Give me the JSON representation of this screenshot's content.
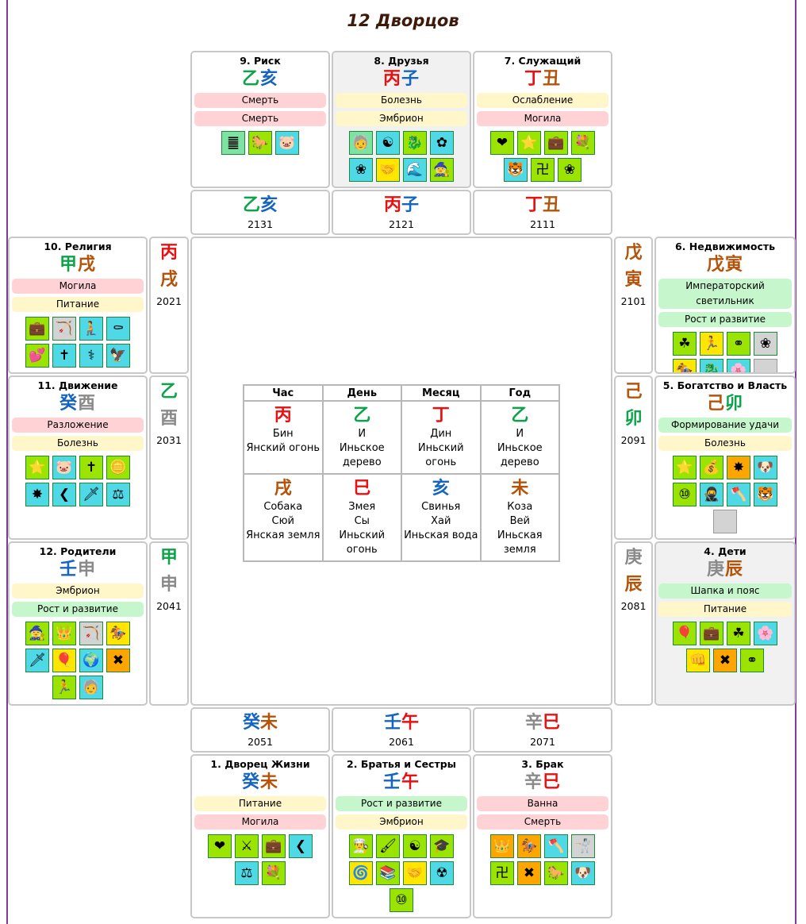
{
  "page_title": "12 Дворцов",
  "palaces": {
    "p9": {
      "name": "9. Риск",
      "stem": "乙",
      "stem_color": "green",
      "branch": "亥",
      "branch_color": "blue",
      "pills": [
        {
          "text": "Смерть",
          "tone": "red"
        },
        {
          "text": "Смерть",
          "tone": "red"
        }
      ],
      "icons": [
        {
          "name": "seal-icon",
          "glyph": "䷀",
          "bg": "#7ee3a2"
        },
        {
          "name": "horse-icon",
          "glyph": "🐎",
          "bg": "#9be300"
        },
        {
          "name": "pig-five-icon",
          "glyph": "🐷",
          "bg": "#4fd9e6"
        }
      ]
    },
    "p8": {
      "name": "8. Друзья",
      "stem": "丙",
      "stem_color": "red",
      "branch": "子",
      "branch_color": "blue",
      "pills": [
        {
          "text": "Болезнь",
          "tone": "yellow"
        },
        {
          "text": "Эмбрион",
          "tone": "yellow"
        }
      ],
      "icons": [
        {
          "name": "old-man-icon",
          "glyph": "🧓",
          "bg": "#7ee3a2"
        },
        {
          "name": "yin-yang-icon",
          "glyph": "☯",
          "bg": "#4fd9e6"
        },
        {
          "name": "dragon-icon",
          "glyph": "🐉",
          "bg": "#9be300"
        },
        {
          "name": "flowers-icon",
          "glyph": "✿",
          "bg": "#4fd9e6"
        },
        {
          "name": "peach-blossom-icon",
          "glyph": "❀",
          "bg": "#4fd9e6"
        },
        {
          "name": "handshake-icon",
          "glyph": "🤝",
          "bg": "#ffe500"
        },
        {
          "name": "water-icon",
          "glyph": "🌊",
          "bg": "#4fd9e6"
        },
        {
          "name": "sage-icon",
          "glyph": "🧙",
          "bg": "#9be300"
        }
      ]
    },
    "p7": {
      "name": "7. Служащий",
      "stem": "丁",
      "stem_color": "red",
      "branch": "丑",
      "branch_color": "brown",
      "pills": [
        {
          "text": "Ослабление",
          "tone": "yellow"
        },
        {
          "text": "Могила",
          "tone": "red"
        }
      ],
      "icons": [
        {
          "name": "heart-icon",
          "glyph": "❤",
          "bg": "#9be300"
        },
        {
          "name": "star-icon",
          "glyph": "⭐",
          "bg": "#9be300"
        },
        {
          "name": "treasure-chest-icon",
          "glyph": "💼",
          "bg": "#9be300"
        },
        {
          "name": "flower-wreath-icon",
          "glyph": "💐",
          "bg": "#9be300"
        },
        {
          "name": "tiger-icon",
          "glyph": "🐯",
          "bg": "#4fd9e6"
        },
        {
          "name": "swastika-icon",
          "glyph": "卍",
          "bg": "#9be300"
        },
        {
          "name": "peach-blossom-icon",
          "glyph": "❀",
          "bg": "#9be300"
        }
      ]
    },
    "p10": {
      "name": "10. Религия",
      "stem": "甲",
      "stem_color": "green",
      "branch": "戌",
      "branch_color": "brown",
      "pills": [
        {
          "text": "Могила",
          "tone": "red"
        },
        {
          "text": "Питание",
          "tone": "yellow"
        }
      ],
      "icons": [
        {
          "name": "treasure-chest-icon",
          "glyph": "💼",
          "bg": "#9be300"
        },
        {
          "name": "bow-arrow-icon",
          "glyph": "🏹",
          "bg": "#d3d3d3"
        },
        {
          "name": "sitting-man-icon",
          "glyph": "🧎",
          "bg": "#4fd9e6"
        },
        {
          "name": "coffin-icon",
          "glyph": "⚰",
          "bg": "#4fd9e6"
        },
        {
          "name": "hearts-icon",
          "glyph": "💕",
          "bg": "#9be300"
        },
        {
          "name": "tomb-icon",
          "glyph": "✝",
          "bg": "#4fd9e6"
        },
        {
          "name": "medicine-icon",
          "glyph": "⚕",
          "bg": "#4fd9e6"
        },
        {
          "name": "phoenix-icon",
          "glyph": "🦅",
          "bg": "#4fd9e6"
        }
      ]
    },
    "p11": {
      "name": "11. Движение",
      "stem": "癸",
      "stem_color": "blue",
      "branch": "酉",
      "branch_color": "grey",
      "pills": [
        {
          "text": "Разложение",
          "tone": "red"
        },
        {
          "text": "Болезнь",
          "tone": "yellow"
        }
      ],
      "icons": [
        {
          "name": "noble-star-icon",
          "glyph": "⭐",
          "bg": "#9be300"
        },
        {
          "name": "pig-five-icon",
          "glyph": "🐷",
          "bg": "#4fd9e6"
        },
        {
          "name": "tomb-icon",
          "glyph": "✝",
          "bg": "#9be300"
        },
        {
          "name": "coins-icon",
          "glyph": "🪙",
          "bg": "#9be300"
        },
        {
          "name": "red-star-icon",
          "glyph": "✸",
          "bg": "#4fd9e6"
        },
        {
          "name": "arrow-left-icon",
          "glyph": "❮",
          "bg": "#4fd9e6"
        },
        {
          "name": "knife-icon",
          "glyph": "🗡",
          "bg": "#4fd9e6"
        },
        {
          "name": "scales-icon",
          "glyph": "⚖",
          "bg": "#4fd9e6"
        }
      ]
    },
    "p12": {
      "name": "12. Родители",
      "stem": "壬",
      "stem_color": "blue",
      "branch": "申",
      "branch_color": "grey",
      "pills": [
        {
          "text": "Эмбрион",
          "tone": "yellow"
        },
        {
          "text": "Рост и развитие",
          "tone": "green"
        }
      ],
      "icons": [
        {
          "name": "sage-icon",
          "glyph": "🧙",
          "bg": "#9be300"
        },
        {
          "name": "crown-icon",
          "glyph": "👑",
          "bg": "#9be300"
        },
        {
          "name": "bow-arrow-icon",
          "glyph": "🏹",
          "bg": "#d3d3d3"
        },
        {
          "name": "horse-rider-icon",
          "glyph": "🏇",
          "bg": "#ffe500"
        },
        {
          "name": "knife-icon",
          "glyph": "🗡",
          "bg": "#4fd9e6"
        },
        {
          "name": "balloons-icon",
          "glyph": "🎈",
          "bg": "#ffe500"
        },
        {
          "name": "globe-icon",
          "glyph": "🌍",
          "bg": "#4fd9e6"
        },
        {
          "name": "broken-arrow-icon",
          "glyph": "✖",
          "bg": "#ffa500"
        },
        {
          "name": "runner-icon",
          "glyph": "🏃",
          "bg": "#9be300"
        },
        {
          "name": "old-man-icon",
          "glyph": "🧓",
          "bg": "#4fd9e6"
        }
      ]
    },
    "p6": {
      "name": "6. Недвижимость",
      "stem": "戊",
      "stem_color": "brown",
      "branch": "寅",
      "branch_color": "brown",
      "pills": [
        {
          "text": "Императорский светильник",
          "tone": "green"
        },
        {
          "text": "Рост и развитие",
          "tone": "green"
        }
      ],
      "icons": [
        {
          "name": "money-bag-icon",
          "glyph": "☘",
          "bg": "#9be300"
        },
        {
          "name": "runner-icon",
          "glyph": "🏃",
          "bg": "#ffe500"
        },
        {
          "name": "rings-icon",
          "glyph": "⚭",
          "bg": "#9be300"
        },
        {
          "name": "peach-blossom-icon",
          "glyph": "❀",
          "bg": "#d3d3d3"
        },
        {
          "name": "horse-rider-icon",
          "glyph": "🏇",
          "bg": "#ffe500"
        },
        {
          "name": "dragon-icon",
          "glyph": "🐉",
          "bg": "#4fd9e6"
        },
        {
          "name": "lotus-icon",
          "glyph": "🌸",
          "bg": "#4fd9e6"
        },
        {
          "name": "empty-slot",
          "glyph": "",
          "bg": "#d3d3d3"
        }
      ]
    },
    "p5": {
      "name": "5. Богатство и Власть",
      "stem": "己",
      "stem_color": "brown",
      "branch": "卯",
      "branch_color": "green",
      "pills": [
        {
          "text": "Формирование удачи",
          "tone": "green"
        },
        {
          "text": "Болезнь",
          "tone": "yellow"
        }
      ],
      "icons": [
        {
          "name": "noble-star-icon",
          "glyph": "⭐",
          "bg": "#9be300"
        },
        {
          "name": "money-bag-icon",
          "glyph": "💰",
          "bg": "#9be300"
        },
        {
          "name": "red-star-icon",
          "glyph": "✸",
          "bg": "#ffa500"
        },
        {
          "name": "dog-icon",
          "glyph": "🐶",
          "bg": "#4fd9e6"
        },
        {
          "name": "ten-icon",
          "glyph": "⑩",
          "bg": "#9be300"
        },
        {
          "name": "ninja-icon",
          "glyph": "🥷",
          "bg": "#4fd9e6"
        },
        {
          "name": "axe-icon",
          "glyph": "🪓",
          "bg": "#4fd9e6"
        },
        {
          "name": "tiger-icon",
          "glyph": "🐯",
          "bg": "#4fd9e6"
        },
        {
          "name": "empty-slot",
          "glyph": "",
          "bg": "#d3d3d3"
        }
      ]
    },
    "p4": {
      "name": "4. Дети",
      "stem": "庚",
      "stem_color": "grey",
      "branch": "辰",
      "branch_color": "brown",
      "pills": [
        {
          "text": "Шапка и пояс",
          "tone": "green"
        },
        {
          "text": "Питание",
          "tone": "yellow"
        }
      ],
      "icons": [
        {
          "name": "balloons-icon",
          "glyph": "🎈",
          "bg": "#9be300"
        },
        {
          "name": "treasure-chest-icon",
          "glyph": "💼",
          "bg": "#9be300"
        },
        {
          "name": "money-bag-icon",
          "glyph": "☘",
          "bg": "#9be300"
        },
        {
          "name": "lotus-icon",
          "glyph": "🌸",
          "bg": "#4fd9e6"
        },
        {
          "name": "fist-icon",
          "glyph": "👊",
          "bg": "#ffe500"
        },
        {
          "name": "broken-arrow-icon",
          "glyph": "✖",
          "bg": "#ffa500"
        },
        {
          "name": "rings-icon",
          "glyph": "⚭",
          "bg": "#9be300"
        }
      ]
    },
    "p1": {
      "name": "1. Дворец Жизни",
      "stem": "癸",
      "stem_color": "blue",
      "branch": "未",
      "branch_color": "brown",
      "pills": [
        {
          "text": "Питание",
          "tone": "yellow"
        },
        {
          "text": "Могила",
          "tone": "red"
        }
      ],
      "icons": [
        {
          "name": "heart-icon",
          "glyph": "❤",
          "bg": "#9be300"
        },
        {
          "name": "crossed-swords-icon",
          "glyph": "⚔",
          "bg": "#9be300"
        },
        {
          "name": "treasure-chest-icon",
          "glyph": "💼",
          "bg": "#9be300"
        },
        {
          "name": "arrow-left-icon",
          "glyph": "❮",
          "bg": "#4fd9e6"
        },
        {
          "name": "scales-icon",
          "glyph": "⚖",
          "bg": "#4fd9e6"
        },
        {
          "name": "flower-wreath-icon",
          "glyph": "💐",
          "bg": "#9be300"
        }
      ]
    },
    "p2": {
      "name": "2. Братья и Сестры",
      "stem": "壬",
      "stem_color": "blue",
      "branch": "午",
      "branch_color": "red",
      "pills": [
        {
          "text": "Рост и развитие",
          "tone": "green"
        },
        {
          "text": "Эмбрион",
          "tone": "yellow"
        }
      ],
      "icons": [
        {
          "name": "chef-hat-icon",
          "glyph": "👨‍🍳",
          "bg": "#9be300"
        },
        {
          "name": "writing-brush-icon",
          "glyph": "🖌",
          "bg": "#9be300"
        },
        {
          "name": "yin-yang-icon",
          "glyph": "☯",
          "bg": "#9be300"
        },
        {
          "name": "graduation-cap-icon",
          "glyph": "🎓",
          "bg": "#9be300"
        },
        {
          "name": "spiral-icon",
          "glyph": "🌀",
          "bg": "#ffe500"
        },
        {
          "name": "books-icon",
          "glyph": "📚",
          "bg": "#9be300"
        },
        {
          "name": "handshake-icon",
          "glyph": "🤝",
          "bg": "#ffe500"
        },
        {
          "name": "radiation-six-icon",
          "glyph": "☢",
          "bg": "#4fd9e6"
        },
        {
          "name": "ten-icon",
          "glyph": "⑩",
          "bg": "#9be300"
        }
      ]
    },
    "p3": {
      "name": "3. Брак",
      "stem": "辛",
      "stem_color": "grey",
      "branch": "巳",
      "branch_color": "red",
      "pills": [
        {
          "text": "Ванна",
          "tone": "red"
        },
        {
          "text": "Смерть",
          "tone": "red"
        }
      ],
      "icons": [
        {
          "name": "crown-icon",
          "glyph": "👑",
          "bg": "#ffa500"
        },
        {
          "name": "horse-rider-icon",
          "glyph": "🏇",
          "bg": "#ffa500"
        },
        {
          "name": "axe-icon",
          "glyph": "🪓",
          "bg": "#4fd9e6"
        },
        {
          "name": "fighter-icon",
          "glyph": "🤺",
          "bg": "#d3d3d3"
        },
        {
          "name": "swastika-icon",
          "glyph": "卍",
          "bg": "#9be300"
        },
        {
          "name": "broken-arrow-icon",
          "glyph": "✖",
          "bg": "#ffa500"
        },
        {
          "name": "horse-icon",
          "glyph": "🐎",
          "bg": "#9be300"
        },
        {
          "name": "dog-icon",
          "glyph": "🐶",
          "bg": "#4fd9e6"
        }
      ]
    }
  },
  "luck_pillars": {
    "top": [
      {
        "stem": "乙",
        "sc": "green",
        "branch": "亥",
        "bc": "blue",
        "year": "2131"
      },
      {
        "stem": "丙",
        "sc": "red",
        "branch": "子",
        "bc": "blue",
        "year": "2121"
      },
      {
        "stem": "丁",
        "sc": "red",
        "branch": "丑",
        "bc": "brown",
        "year": "2111"
      }
    ],
    "bottom": [
      {
        "stem": "癸",
        "sc": "blue",
        "branch": "未",
        "bc": "brown",
        "year": "2051"
      },
      {
        "stem": "壬",
        "sc": "blue",
        "branch": "午",
        "bc": "red",
        "year": "2061"
      },
      {
        "stem": "辛",
        "sc": "grey",
        "branch": "巳",
        "bc": "red",
        "year": "2071"
      }
    ],
    "left": [
      {
        "stem": "丙",
        "sc": "red",
        "branch": "戌",
        "bc": "brown",
        "year": "2021"
      },
      {
        "stem": "乙",
        "sc": "green",
        "branch": "酉",
        "bc": "grey",
        "year": "2031"
      },
      {
        "stem": "甲",
        "sc": "green",
        "branch": "申",
        "bc": "grey",
        "year": "2041"
      }
    ],
    "right": [
      {
        "stem": "戊",
        "sc": "brown",
        "branch": "寅",
        "bc": "brown",
        "year": "2101"
      },
      {
        "stem": "己",
        "sc": "brown",
        "branch": "卯",
        "bc": "green",
        "year": "2091"
      },
      {
        "stem": "庚",
        "sc": "grey",
        "branch": "辰",
        "bc": "brown",
        "year": "2081"
      }
    ]
  },
  "pillars_table": {
    "headers": [
      "Час",
      "День",
      "Месяц",
      "Год"
    ],
    "stems": [
      {
        "char": "丙",
        "color": "red",
        "lines": [
          "Бин",
          "Янский огонь"
        ]
      },
      {
        "char": "乙",
        "color": "green",
        "lines": [
          "И",
          "Иньское",
          "дерево"
        ]
      },
      {
        "char": "丁",
        "color": "red",
        "lines": [
          "Дин",
          "Иньский",
          "огонь"
        ]
      },
      {
        "char": "乙",
        "color": "green",
        "lines": [
          "И",
          "Иньское",
          "дерево"
        ]
      }
    ],
    "branches": [
      {
        "char": "戌",
        "color": "brown",
        "lines": [
          "Собака",
          "Сюй",
          "Янская земля"
        ]
      },
      {
        "char": "巳",
        "color": "red",
        "lines": [
          "Змея",
          "Сы",
          "Иньский",
          "огонь"
        ]
      },
      {
        "char": "亥",
        "color": "blue",
        "lines": [
          "Свинья",
          "Хай",
          "Иньская вода"
        ]
      },
      {
        "char": "未",
        "color": "brown",
        "lines": [
          "Коза",
          "Вей",
          "Иньская",
          "земля"
        ]
      }
    ]
  }
}
